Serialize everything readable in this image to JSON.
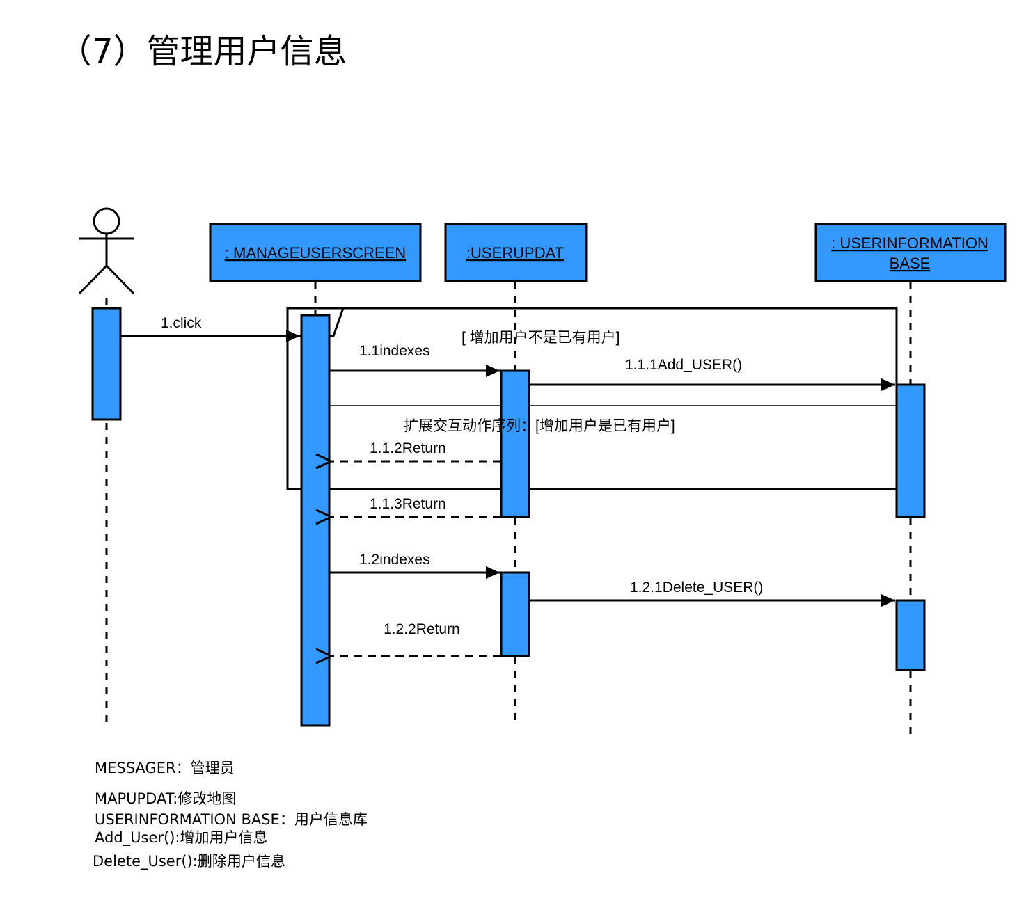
{
  "heading": "（7）管理用户信息",
  "objects": {
    "manage": ": MANAGEUSERSCREEN",
    "userupdat": ":USERUPDAT",
    "uib_line1": ": USERINFORMATION",
    "uib_line2": "BASE"
  },
  "messages": {
    "m1": "1.click",
    "m11": "1.1indexes",
    "m111": "1.1.1Add_USER()",
    "m112": "1.1.2Return",
    "m113": "1.1.3Return",
    "m12": "1.2indexes",
    "m121": "1.2.1Delete_USER()",
    "m122": "1.2.2Return"
  },
  "fragment": {
    "guard1": "[ 增加用户不是已有用户]",
    "guard2": "扩展交互动作序列：[增加用户是已有用户]"
  },
  "legend": {
    "l1": "MESSAGER：管理员",
    "l2": "MAPUPDAT:修改地图",
    "l3": "USERINFORMATION BASE：用户信息库",
    "l4": "Add_User():增加用户信息",
    "l5": "Delete_User():删除用户信息"
  },
  "colors": {
    "box_fill": "#3399ff",
    "stroke": "#000000"
  }
}
